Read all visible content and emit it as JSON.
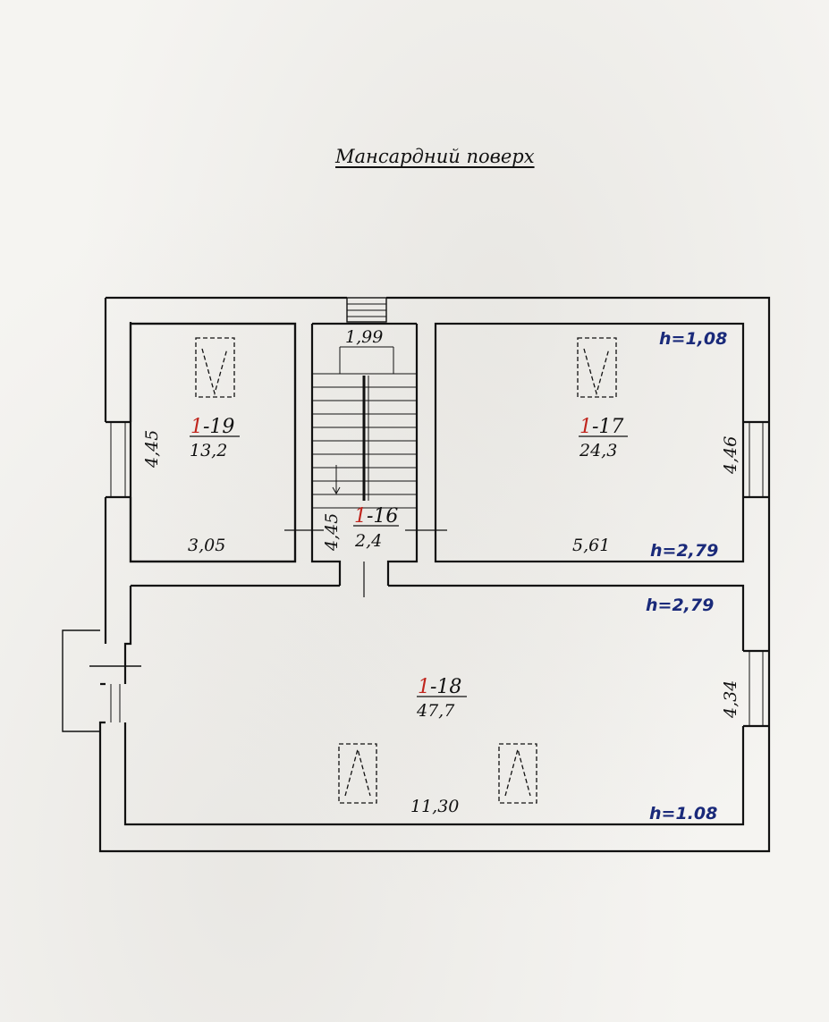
{
  "plan": {
    "title": "Мансардний поверх",
    "stair_width": "1,99",
    "rooms": [
      {
        "label_prefix": "1",
        "label_suffix": "-19",
        "area": "13,2",
        "width_dim": "3,05",
        "height_dim": "4,45"
      },
      {
        "label_prefix": "1",
        "label_suffix": "-16",
        "area": "2,4",
        "height_dim": "4,45"
      },
      {
        "label_prefix": "1",
        "label_suffix": "-17",
        "area": "24,3",
        "width_dim": "5,61",
        "height_dim": "4,46"
      },
      {
        "label_prefix": "1",
        "label_suffix": "-18",
        "area": "47,7",
        "width_dim": "11,30",
        "height_dim": "4,34"
      }
    ],
    "ceiling_heights": [
      "h=1,08",
      "h=2,79",
      "h=2,79",
      "h=1.08"
    ]
  },
  "colors": {
    "lines": "#111111",
    "annotation_red": "#c0241c",
    "annotation_blue": "#1a2a7a"
  }
}
